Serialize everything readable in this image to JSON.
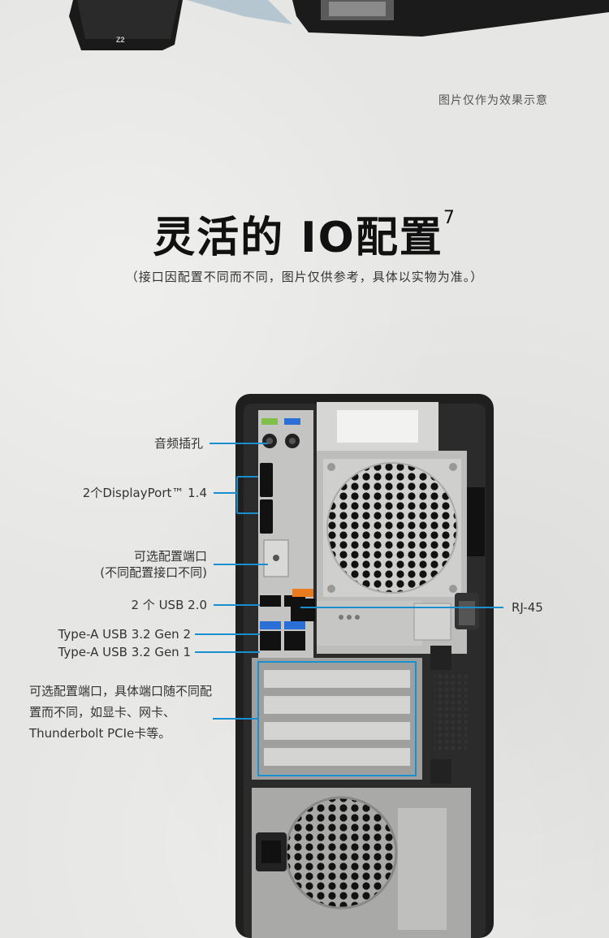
{
  "disclaimer": "图片仅作为效果示意",
  "title": {
    "main": "灵活的 IO配置",
    "superscript": "7"
  },
  "subtitle": "（接口因配置不同而不同，图片仅供参考，具体以实物为准。）",
  "device_badge": "Z2",
  "callouts": {
    "audio": "音频插孔",
    "displayport": "2个DisplayPort™ 1.4",
    "optional_port_line1": "可选配置端口",
    "optional_port_line2": "(不同配置接口不同)",
    "usb20": "2 个 USB 2.0",
    "usb32_gen2": "Type-A USB 3.2 Gen 2",
    "usb32_gen1": "Type-A USB 3.2 Gen 1",
    "rj45": "RJ-45",
    "pcie": "可选配置端口，具体端口随不同配置而不同，如显卡、网卡、Thunderbolt PCIe卡等。"
  },
  "colors": {
    "callout_line": "#1a8fd0",
    "tower_body": "#1f1f1f",
    "tower_panel": "#b9b9b7",
    "accent_orange": "#e77b1e",
    "usb_blue": "#2a6fd6",
    "audio_green": "#7ec04a"
  }
}
